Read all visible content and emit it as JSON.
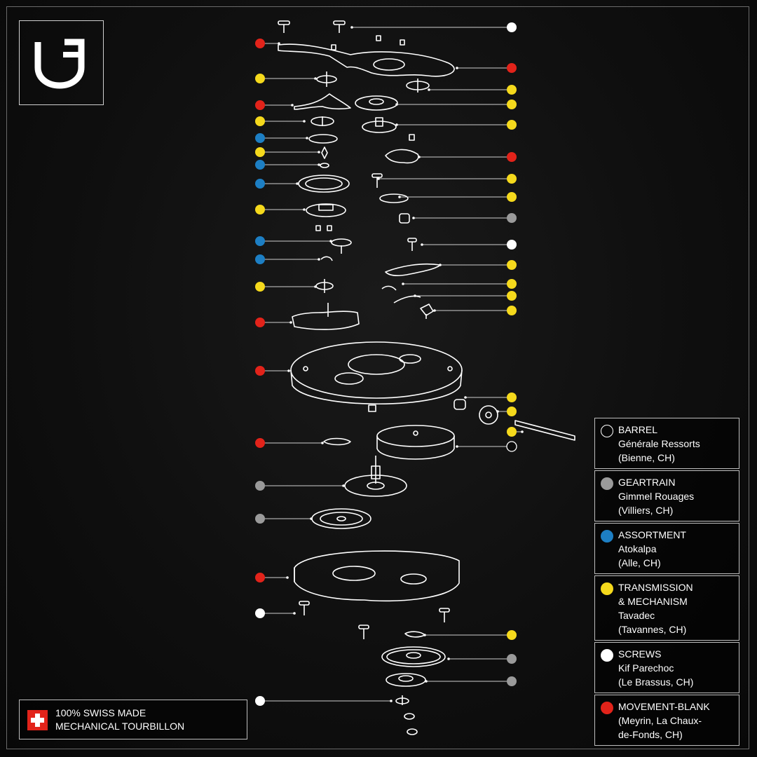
{
  "colors": {
    "barrel": "outline",
    "geartrain": "#9a9a9a",
    "assortment": "#1d7fc4",
    "transmission": "#f5d91c",
    "screws": "#ffffff",
    "movement_blank": "#e2231a"
  },
  "logo": {
    "icon": "brand-monogram-icon"
  },
  "legend": [
    {
      "key": "barrel",
      "title": "BARREL",
      "lines": [
        "Générale Ressorts",
        "(Bienne, CH)"
      ]
    },
    {
      "key": "geartrain",
      "title": "GEARTRAIN",
      "lines": [
        "Gimmel Rouages",
        "(Villiers, CH)"
      ]
    },
    {
      "key": "assortment",
      "title": "ASSORTMENT",
      "lines": [
        "Atokalpa",
        "(Alle, CH)"
      ]
    },
    {
      "key": "transmission",
      "title": "TRANSMISSION",
      "lines": [
        "& MECHANISM",
        "Tavadec",
        "(Tavannes, CH)"
      ]
    },
    {
      "key": "screws",
      "title": "SCREWS",
      "lines": [
        "Kif Parechoc",
        "(Le Brassus, CH)"
      ]
    },
    {
      "key": "movement_blank",
      "title": "MOVEMENT-BLANK",
      "lines": [
        "(Meyrin, La Chaux-",
        "de-Fonds, CH)"
      ]
    }
  ],
  "badge": {
    "line1": "100% SWISS MADE",
    "line2": "MECHANICAL TOURBILLON",
    "flag_icon": "swiss-flag-icon"
  },
  "left_markers": [
    "movement_blank",
    "transmission",
    "movement_blank",
    "transmission",
    "assortment",
    "transmission",
    "assortment",
    "assortment",
    "transmission",
    "assortment",
    "assortment",
    "transmission",
    "movement_blank",
    "movement_blank",
    "movement_blank",
    "geartrain",
    "geartrain",
    "movement_blank",
    "screws",
    "screws"
  ],
  "right_markers": [
    "screws",
    "movement_blank",
    "transmission",
    "transmission",
    "transmission",
    "movement_blank",
    "transmission",
    "transmission",
    "geartrain",
    "screws",
    "transmission",
    "transmission",
    "transmission",
    "transmission",
    "transmission",
    "transmission",
    "transmission",
    "barrel",
    "transmission",
    "geartrain",
    "geartrain"
  ]
}
